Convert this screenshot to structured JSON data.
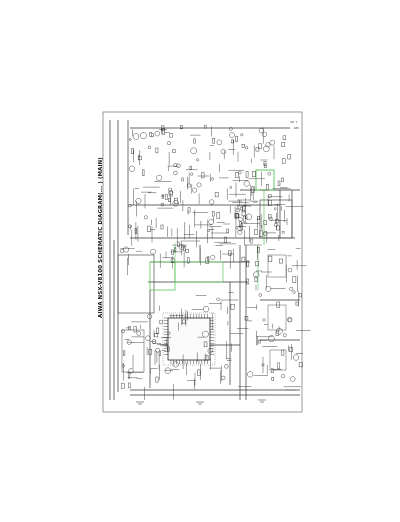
{
  "document": {
    "title": "AIWA NSX-V8100 SCHEMATIC DIAGRAM(... ) (MAIN)",
    "page_background": "#ffffff",
    "ink_color": "#222222",
    "highlight_green": "#3fbf3f"
  },
  "corner_labels": {
    "top_right_a": "CN 1",
    "top_right_b": "- 18V"
  }
}
